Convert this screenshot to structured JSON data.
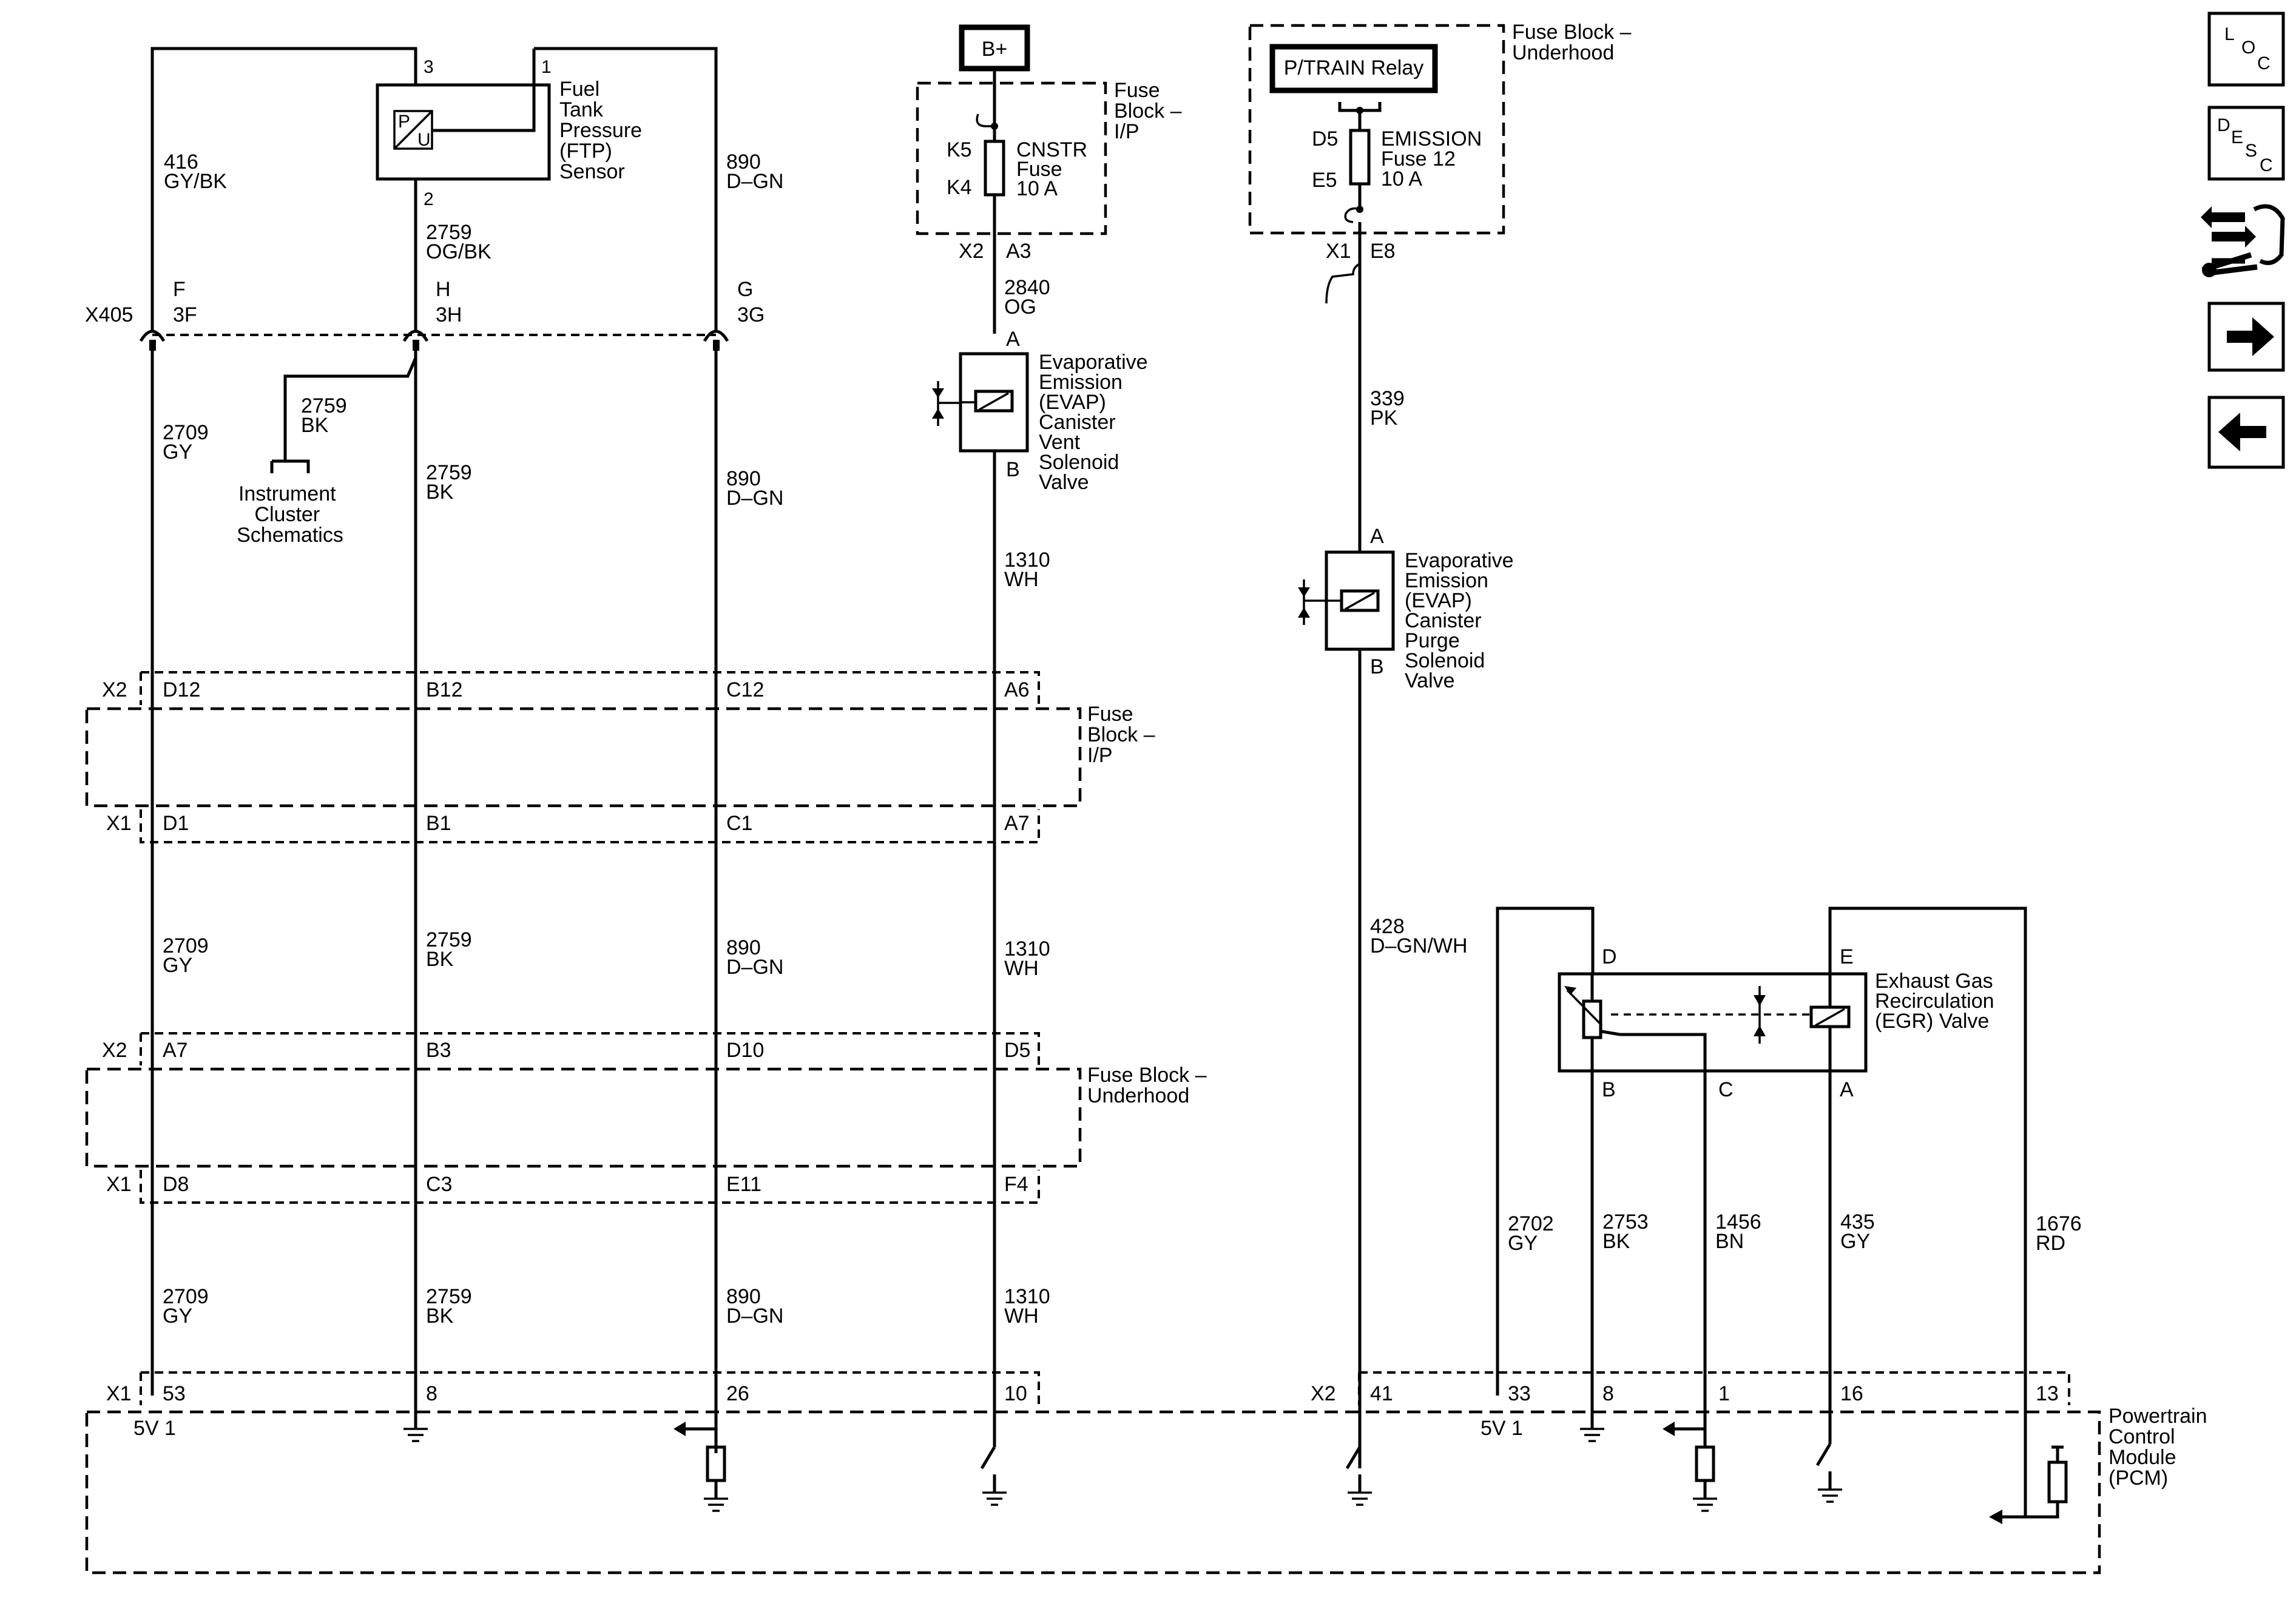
{
  "nav": {
    "loc": {
      "l": "L",
      "o": "O",
      "c": "C"
    },
    "desc": {
      "d": "D",
      "e": "E",
      "s": "S",
      "c": "C"
    }
  },
  "components": {
    "b_plus": "B+",
    "ptrain_relay": "P/TRAIN Relay",
    "ftp_sensor": [
      "Fuel",
      "Tank",
      "Pressure",
      "(FTP)",
      "Sensor"
    ],
    "ftp_p": "P",
    "ftp_u": "U",
    "ftp_pin_3": "3",
    "ftp_pin_1": "1",
    "ftp_pin_2": "2",
    "fuse_block_ip_top": [
      "Fuse",
      "Block –",
      "I/P"
    ],
    "cnstr_fuse": [
      "CNSTR",
      "Fuse",
      "10 A"
    ],
    "cnstr_k5": "K5",
    "cnstr_k4": "K4",
    "fuse_block_underhood_top": [
      "Fuse Block –",
      "Underhood"
    ],
    "emission_fuse": [
      "EMISSION",
      "Fuse 12",
      "10 A"
    ],
    "emission_d5": "D5",
    "emission_e5": "E5",
    "evap_vent": [
      "Evaporative",
      "Emission",
      "(EVAP)",
      "Canister",
      "Vent",
      "Solenoid",
      "Valve"
    ],
    "evap_vent_a": "A",
    "evap_vent_b": "B",
    "evap_purge": [
      "Evaporative",
      "Emission",
      "(EVAP)",
      "Canister",
      "Purge",
      "Solenoid",
      "Valve"
    ],
    "evap_purge_a": "A",
    "evap_purge_b": "B",
    "instrument_cluster": [
      "Instrument",
      "Cluster",
      "Schematics"
    ],
    "fuse_block_ip_mid": [
      "Fuse",
      "Block –",
      "I/P"
    ],
    "fuse_block_underhood_mid": [
      "Fuse Block –",
      "Underhood"
    ],
    "egr_valve": [
      "Exhaust Gas",
      "Recirculation",
      "(EGR) Valve"
    ],
    "egr_pins": {
      "d": "D",
      "e": "E",
      "b": "B",
      "c": "C",
      "a": "A"
    },
    "pcm": [
      "Powertrain",
      "Control",
      "Module",
      "(PCM)"
    ],
    "five_v_1": "5V 1",
    "five_v_1b": "5V 1"
  },
  "connectors": {
    "x405": "X405",
    "x405_f": [
      "F",
      "3F"
    ],
    "x405_h": [
      "H",
      "3H"
    ],
    "x405_g": [
      "G",
      "3G"
    ],
    "x2_a3": [
      "X2",
      "A3"
    ],
    "x1_e8": [
      "X1",
      "E8"
    ],
    "ip_x2": "X2",
    "ip_x2_pins": [
      "D12",
      "B12",
      "C12",
      "A6"
    ],
    "ip_x1": "X1",
    "ip_x1_pins": [
      "D1",
      "B1",
      "C1",
      "A7"
    ],
    "uh_x2": "X2",
    "uh_x2_pins": [
      "A7",
      "B3",
      "D10",
      "D5"
    ],
    "uh_x1": "X1",
    "uh_x1_pins": [
      "D8",
      "C3",
      "E11",
      "F4"
    ],
    "pcm_x1": "X1",
    "pcm_x1_pins": [
      "53",
      "8",
      "26",
      "10"
    ],
    "pcm_x2": "X2",
    "pcm_x2_pins": [
      "41",
      "33",
      "8",
      "1",
      "16",
      "13"
    ]
  },
  "wires": {
    "w416": [
      "416",
      "GY/BK"
    ],
    "w890_top": [
      "890",
      "D–GN"
    ],
    "w2759_top": [
      "2759",
      "OG/BK"
    ],
    "w2840": [
      "2840",
      "OG"
    ],
    "w2709_a": [
      "2709",
      "GY"
    ],
    "w2759_bk_ic": [
      "2759",
      "BK"
    ],
    "w2759_a": [
      "2759",
      "BK"
    ],
    "w890_a": [
      "890",
      "D–GN"
    ],
    "w1310_a": [
      "1310",
      "WH"
    ],
    "w339": [
      "339",
      "PK"
    ],
    "w2709_b": [
      "2709",
      "GY"
    ],
    "w2759_b": [
      "2759",
      "BK"
    ],
    "w890_b": [
      "890",
      "D–GN"
    ],
    "w1310_b": [
      "1310",
      "WH"
    ],
    "w428": [
      "428",
      "D–GN/WH"
    ],
    "w2709_c": [
      "2709",
      "GY"
    ],
    "w2759_c": [
      "2759",
      "BK"
    ],
    "w890_c": [
      "890",
      "D–GN"
    ],
    "w1310_c": [
      "1310",
      "WH"
    ],
    "w2702": [
      "2702",
      "GY"
    ],
    "w2753": [
      "2753",
      "BK"
    ],
    "w1456": [
      "1456",
      "BN"
    ],
    "w435": [
      "435",
      "GY"
    ],
    "w1676": [
      "1676",
      "RD"
    ]
  }
}
